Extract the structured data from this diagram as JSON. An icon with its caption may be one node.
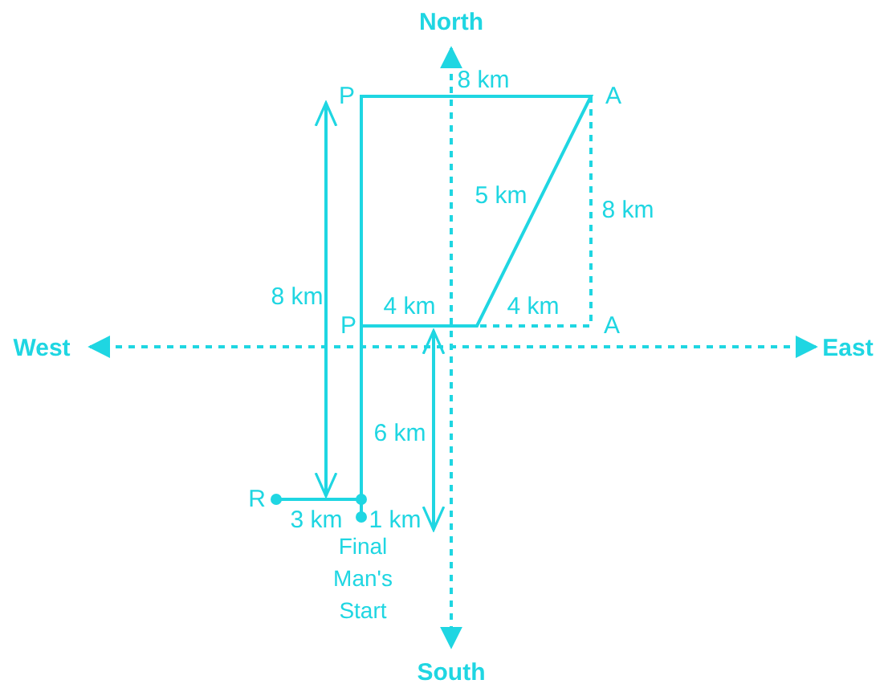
{
  "diagram": {
    "labels": [
      "North",
      "P",
      "8 km",
      "A",
      "5 km",
      "8 km",
      "8 km",
      "P",
      "4 km",
      "4 km",
      "A",
      "West",
      "East",
      "6 km",
      "R",
      "3 km",
      "1 km",
      "Final Man's Start",
      "South"
    ]
  }
}
